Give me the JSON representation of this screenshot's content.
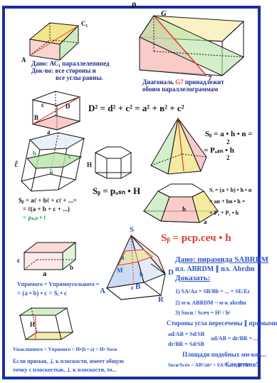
{
  "colors": {
    "frame": "#1a2f9c",
    "accent_red": "#e23b2a",
    "accent_blue": "#2b54c8",
    "accent_green": "#22a04a",
    "fill_pink": "#f6b7b2",
    "fill_green": "#b9e3a6",
    "fill_yellow": "#f3e58a",
    "fill_blue": "#b8cdf0"
  },
  "top_fragment": "ρ",
  "box1": {
    "label_c1": "C₁",
    "label_a": "A",
    "line1": "Дано: АС₁ параллелепипед",
    "line2": "Док-во: все стороны и",
    "line3": "все углы равны."
  },
  "box2": {
    "label_g": "G",
    "label_7": "7",
    "line1": "Диагональ",
    "g7": "G7",
    "line1b": "принадлежит",
    "line2": "обоим параллелограммам"
  },
  "cuboid": {
    "c": "c",
    "d": "D",
    "b": "B",
    "a": "a"
  },
  "diag_formula": "D² = d² + c² = a² + в² + c²",
  "prism": {
    "side": "ℓ",
    "b": "b",
    "c": "c",
    "a": "a",
    "h": "H"
  },
  "hex": {
    "formula": "Sᵦ = pₒₛₙ • H"
  },
  "prism_formula": {
    "l1": "Sᵦ = aℓ + bℓ + cℓ + ...=",
    "l2": "= ℓ(a + b + c + ...)",
    "l3": "= ρₛₑₕ • ℓ"
  },
  "pyr_formula": {
    "l1": "Sᵦ = a • h • n =",
    "l1d": "2",
    "l2": "= Pₒₛₙ • h",
    "l2d": "2"
  },
  "frustum": {
    "l1": "Sᵢ = (a + b) • h • n",
    "l2": "= an + bn • h =",
    "l3": "= P₁ + P₂ • h",
    "a": "a",
    "h": "h"
  },
  "big_formula": "Sᵦ = pср.сеч • h",
  "big_pyr": {
    "S": "S",
    "A": "A",
    "B": "B",
    "R": "R",
    "D": "D",
    "M": "M",
    "b": "b",
    "eps": "ε",
    "a": "a"
  },
  "given": {
    "title": "Дано: пирамида SABRDM",
    "l2": "пл. ABRDM ∥ пл. Abrdm",
    "prove": "Доказать:",
    "p1": "1) SA/Aa = SB/Bb = ... = SE/Eε",
    "p2": "2) м-к ABRDM ~ м-к abrdm",
    "p3": "3) Sосн / Sсеч = H² / h²"
  },
  "cross_note": "Стороны угла пересечены ∥ прямыми",
  "sim": {
    "r1": "ad/AB = Sd/SB",
    "r2": "dr/BR = Sd/SB",
    "concl": "ad/AB = dr/BR = ... .",
    "areas": "Площади подобных мн-ков...",
    "last": "Sосн/Sсеч = AB²/ab² = SA²/Sa² = H²/h²",
    "cons": "Следствия!"
  },
  "box_rect": {
    "c": "c",
    "a": "a",
    "b": "b",
    "l1": "Vпрямого = Vпрямоугольного =",
    "l2": "= (a • b) • c = Sᵢ • c"
  },
  "box_oblique": {
    "h": "H",
    "l1": "Vнаклонного = Vпрямого = H•(b • a) = H• Sосн"
  },
  "bottom_note": {
    "l1": "Если прямая, ⊥ к плоскости, имеет общую",
    "l2": "точку с плоскостью, ⊥ к плоскости, то..."
  }
}
